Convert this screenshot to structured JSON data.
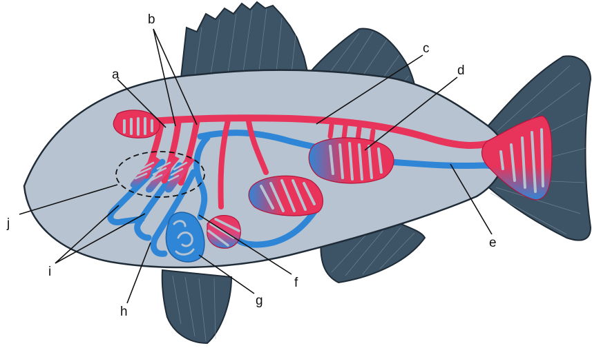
{
  "labels": {
    "a": "a",
    "b": "b",
    "c": "c",
    "d": "d",
    "e": "e",
    "f": "f",
    "g": "g",
    "h": "h",
    "i": "i",
    "j": "j"
  },
  "colors": {
    "body": "#b7c3d1",
    "fin": "#3d5366",
    "outline": "#1f2c38",
    "oxygenated": "#e8335a",
    "deoxygenated": "#2f86d6",
    "label_text": "#111111"
  }
}
